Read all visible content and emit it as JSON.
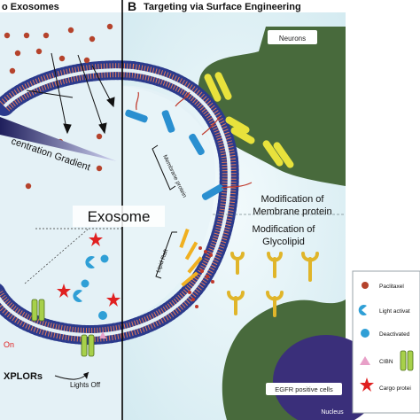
{
  "panels": {
    "left_title": "o Exosomes",
    "right_letter": "B",
    "right_title": "Targeting via Surface Engineering"
  },
  "labels": {
    "gradient": "centration Gradient",
    "exosome": "Exosome",
    "membrane_protein_bracket": "Membrane protein",
    "lipid_raft": "Lipid Raft",
    "mod_membrane_line1": "Modification of",
    "mod_membrane_line2": "Membrane protein",
    "mod_glyco_line1": "Modification of",
    "mod_glyco_line2": "Glycolipid",
    "neurons": "Neurons",
    "egfr": "EGFR positive cells",
    "nucleus": "Nucleus",
    "on_fragment": "On",
    "explors": "XPLORs",
    "lights_off": "Lights Off"
  },
  "legend": {
    "items": [
      {
        "icon": "paclitaxel-dot-icon",
        "label": "Paclitaxel",
        "color": "#b5432c"
      },
      {
        "icon": "light-activated-pacman-icon",
        "label": "Light activat",
        "color": "#2f9fd6"
      },
      {
        "icon": "deactivated-dot-icon",
        "label": "Deactivated",
        "color": "#2f9fd6"
      },
      {
        "icon": "cibn-triangle-icon",
        "label": "CIBN",
        "color": "#e8a0c8"
      },
      {
        "icon": "cargo-protein-star-icon",
        "label": "Cargo protei",
        "color": "#e02020"
      }
    ]
  },
  "colors": {
    "background": "#d9eef3",
    "neuron": "#486a3c",
    "egfr_cell": "#486a3c",
    "nucleus": "#3a2f7a",
    "lipid_head": "#2b3a8c",
    "lipid_tail": "#e0785a",
    "protein_blue": "#2a8fd0",
    "receptor_yellow": "#e8d43c",
    "glyco_red": "#c0392b"
  }
}
